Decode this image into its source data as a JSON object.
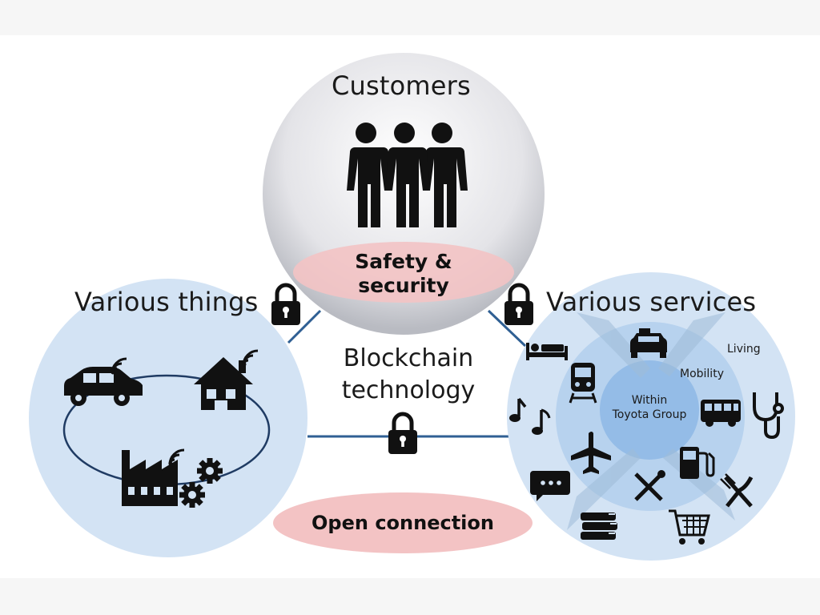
{
  "colors": {
    "circle_fill": "#d3e3f4",
    "ring_mid": "#b7d2ee",
    "ring_inner": "#94bce7",
    "line": "#2f5f93",
    "pill_fill": "#f3c3c4",
    "icon": "#111111"
  },
  "customers": {
    "title": "Customers",
    "badge_line1": "Safety &",
    "badge_line2": "security",
    "icon": "people-icon"
  },
  "things": {
    "title": "Various things",
    "icons": [
      "car-wifi-icon",
      "house-wifi-icon",
      "factory-wifi-icon",
      "gears-icon"
    ]
  },
  "services": {
    "title": "Various services",
    "ring_outer_label": "Living",
    "ring_mid_label": "Mobility",
    "inner_line1": "Within",
    "inner_line2": "Toyota Group",
    "icons": [
      "bed-icon",
      "taxi-icon",
      "train-icon",
      "bus-icon",
      "music-note-icon",
      "stethoscope-icon",
      "airplane-icon",
      "fuel-pump-icon",
      "chat-icon",
      "wrench-screwdriver-icon",
      "fork-knife-icon",
      "books-icon",
      "shopping-cart-icon"
    ]
  },
  "center": {
    "line1": "Blockchain",
    "line2": "technology"
  },
  "bottom": {
    "label": "Open connection"
  },
  "locks": [
    "lock-icon",
    "lock-icon",
    "lock-icon"
  ]
}
